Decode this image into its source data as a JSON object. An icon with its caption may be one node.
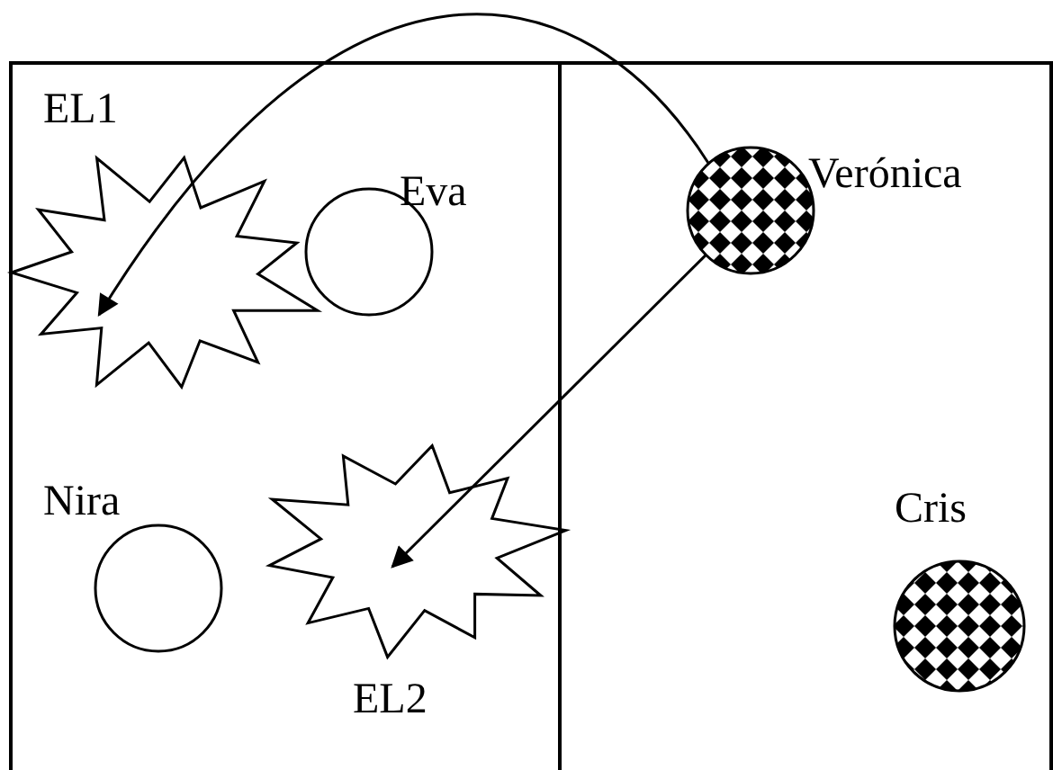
{
  "diagram": {
    "nodes": [
      {
        "text": [],
        "shape": "box"
      },
      {
        "text": [],
        "shape": "box"
      },
      {
        "text": [
          "EL1"
        ],
        "in": 0
      },
      {
        "text": [
          "Eva"
        ],
        "in": 0
      },
      {
        "text": [
          "Verónica"
        ],
        "in": 1
      },
      {
        "text": [
          "Nira"
        ],
        "in": 0
      },
      {
        "text": [
          "EL2"
        ],
        "in": 0
      },
      {
        "text": [
          "Cris"
        ],
        "in": 1
      }
    ],
    "edges": [
      {
        "from": 4,
        "to": 2,
        "arrow": "to"
      },
      {
        "from": 4,
        "to": 6,
        "arrow": "to"
      }
    ]
  }
}
